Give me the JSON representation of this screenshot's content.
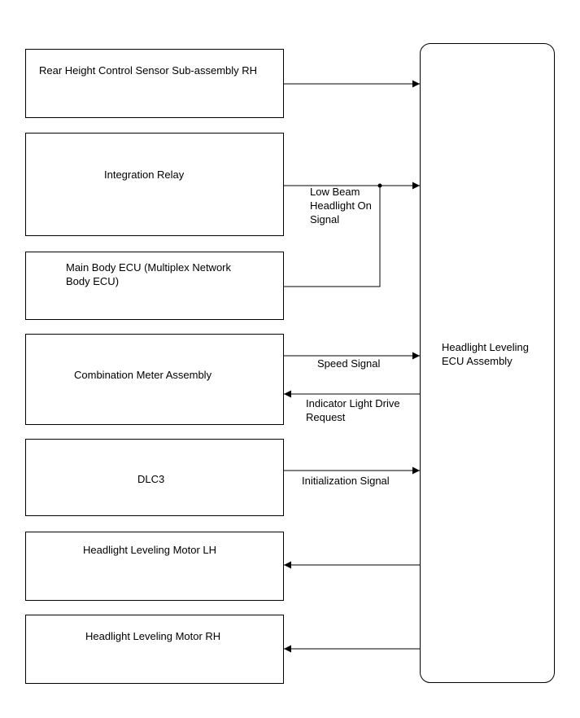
{
  "components": {
    "rear_height_sensor": "Rear Height Control Sensor Sub-assembly RH",
    "integration_relay": "Integration Relay",
    "main_body_ecu": "Main Body ECU (Multiplex Network\nBody ECU)",
    "combination_meter": "Combination Meter Assembly",
    "dlc3": "DLC3",
    "motor_lh": "Headlight Leveling Motor LH",
    "motor_rh": "Headlight Leveling Motor RH",
    "leveling_ecu": "Headlight Leveling\nECU Assembly"
  },
  "signals": {
    "low_beam": "Low Beam\nHeadlight On\nSignal",
    "speed": "Speed Signal",
    "indicator": "Indicator Light Drive\nRequest",
    "initialization": "Initialization Signal"
  }
}
